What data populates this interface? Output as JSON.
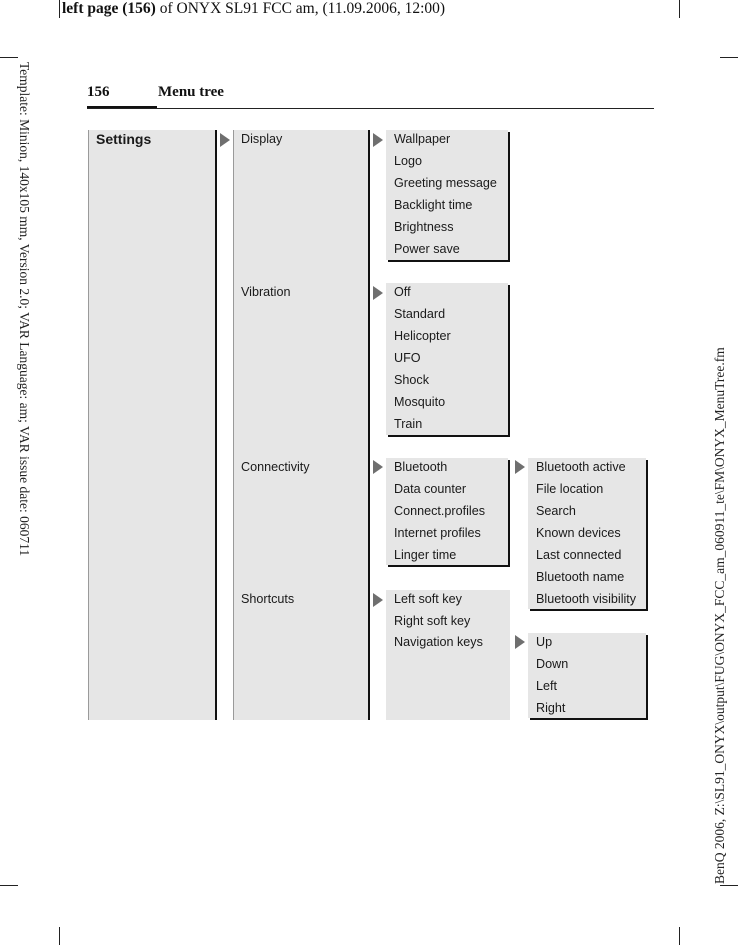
{
  "header": {
    "title_bold": "left page (156)",
    "title_rest": " of ONYX SL91 FCC am, (11.09.2006, 12:00)",
    "page_number": "156",
    "section_title": "Menu tree"
  },
  "side_text": {
    "left": "Template: Minion, 140x105 mm, Version 2.0; VAR Language: am; VAR issue date: 060711",
    "right": "BenQ 2006, Z:\\SL91_ONYX\\output\\FUG\\ONYX_FCC_am_060911_te\\FM\\ONYX_MenuTree.fm"
  },
  "menu": {
    "root": "Settings",
    "level1": [
      "Display",
      "Vibration",
      "Connectivity",
      "Shortcuts"
    ],
    "display": [
      "Wallpaper",
      "Logo",
      "Greeting message",
      "Backlight time",
      "Brightness",
      "Power save"
    ],
    "vibration": [
      "Off",
      "Standard",
      "Helicopter",
      "UFO",
      "Shock",
      "Mosquito",
      "Train"
    ],
    "connectivity": [
      "Bluetooth",
      "Data counter",
      "Connect.profiles",
      "Internet profiles",
      "Linger time"
    ],
    "bluetooth": [
      "Bluetooth active",
      "File location",
      "Search",
      "Known devices",
      "Last connected",
      "Bluetooth name",
      "Bluetooth visibility"
    ],
    "shortcuts": [
      "Left soft key",
      "Right soft key",
      "Navigation keys"
    ],
    "navigation_keys": [
      "Up",
      "Down",
      "Left",
      "Right"
    ]
  }
}
